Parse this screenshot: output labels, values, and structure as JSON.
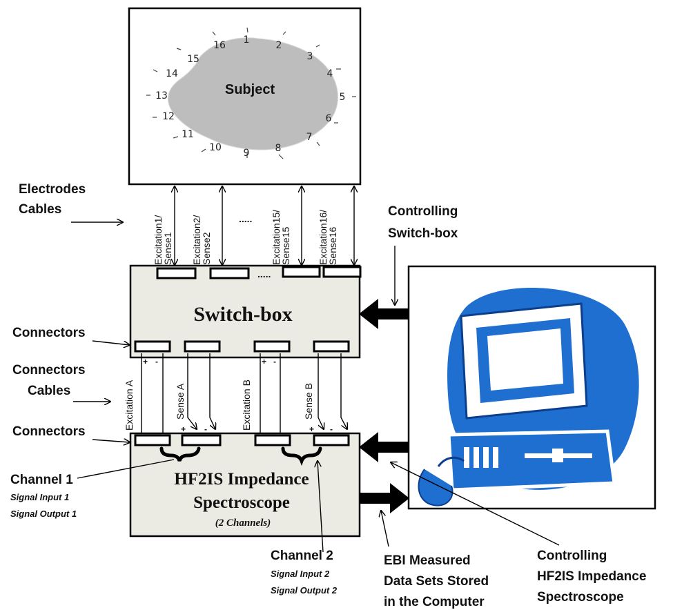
{
  "subject": {
    "label": "Subject",
    "electrode_numbers": [
      "1",
      "2",
      "3",
      "4",
      "5",
      "6",
      "7",
      "8",
      "9",
      "10",
      "11",
      "12",
      "13",
      "14",
      "15",
      "16"
    ]
  },
  "electrode_cable_labels": {
    "e1": "Excitation1/",
    "s1": "Sense1",
    "e2": "Excitation2/",
    "s2": "Sense2",
    "dots": ".....",
    "e15": "Excitation15/",
    "s15": "Sense15",
    "e16": "Excitation16/",
    "s16": "Sense16"
  },
  "connector_dots": ".....",
  "left_labels": {
    "electrodes_cables_1": "Electrodes",
    "electrodes_cables_2": "Cables",
    "connectors_top": "Connectors",
    "connectors_cables_1": "Connectors",
    "connectors_cables_2": "Cables",
    "connectors_bottom": "Connectors"
  },
  "switch_box": {
    "title": "Switch-box"
  },
  "channel_cables": {
    "excitation_a": "Excitation A",
    "sense_a": "Sense A",
    "excitation_b": "Excitation B",
    "sense_b": "Sense B",
    "plus": "+",
    "minus": "-"
  },
  "spectroscope": {
    "title_1": "HF2IS Impedance",
    "title_2": "Spectroscope",
    "subtitle": "(2 Channels)"
  },
  "channel1": {
    "title": "Channel 1",
    "line1": "Signal Input 1",
    "line2": "Signal Output 1"
  },
  "channel2": {
    "title": "Channel 2",
    "line1": "Signal Input 2",
    "line2": "Signal Output 2"
  },
  "controlling_switchbox": {
    "line1": "Controlling",
    "line2": "Switch-box"
  },
  "ebi": {
    "line1": "EBI Measured",
    "line2": "Data Sets Stored",
    "line3": "in the Computer"
  },
  "controlling_hf2is": {
    "line1": "Controlling",
    "line2": "HF2IS Impedance",
    "line3": "Spectroscope"
  },
  "colors": {
    "subject_fill": "#bdbdbd",
    "box_fill": "#ecebe3",
    "computer_blue": "#1f6fd1",
    "computer_dark": "#0b3f8c",
    "arrow": "#000000"
  }
}
